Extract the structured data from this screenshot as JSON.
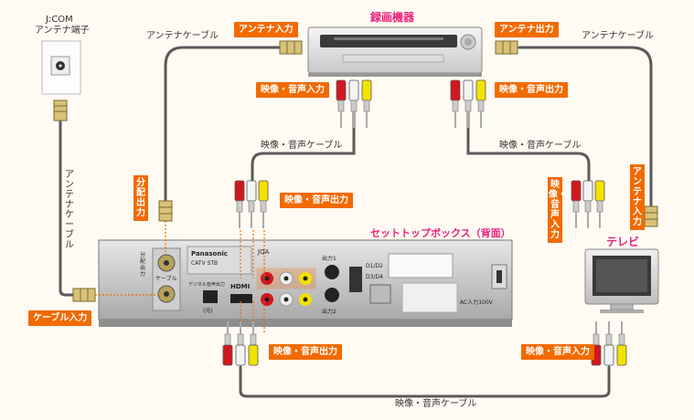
{
  "labels": {
    "jcom_line1": "J:COM",
    "jcom_line2": "アンテナ端子",
    "antenna_cable_top_left": "アンテナケーブル",
    "antenna_in_recorder": "アンテナ入力",
    "recorder_title": "録画機器",
    "antenna_out_recorder": "アンテナ出力",
    "antenna_cable_top_right": "アンテナケーブル",
    "av_in_recorder": "映像・音声入力",
    "av_out_recorder": "映像・音声出力",
    "av_cable_left": "映像・音声ケーブル",
    "av_cable_right": "映像・音声ケーブル",
    "antenna_cable_vertical": "アンテナケーブル",
    "splitter_out": "分配出力",
    "av_out_stb_top": "映像・音声出力",
    "stb_title": "セットトップボックス（背面）",
    "av_in_tv_vertical": "映像・音声入力",
    "antenna_in_tv": "アンテナ入力",
    "tv_title": "テレビ",
    "cable_in": "ケーブル入力",
    "av_out_stb_bottom": "映像・音声出力",
    "av_in_tv_bottom": "映像・音声入力",
    "av_cable_bottom": "映像・音声ケーブル"
  },
  "stb_panel": {
    "brand": "Panasonic",
    "model": "CATV STB",
    "splitter_port": "分配出力",
    "cable_port": "ケーブル",
    "digital_audio": "デジタル音声出力",
    "optical": "(光)",
    "hdmi": "HDMI",
    "av_out1": "出力1",
    "av_out2": "出力2",
    "d_terminal_1": "D1/D2",
    "d_terminal_2": "D3/D4",
    "ac_label": "AC入力100V",
    "jqa": "JQA"
  },
  "colors": {
    "accent": "#f26a00",
    "title_pink": "#e8227c",
    "cable": "#555555",
    "plug_red": "#d1171e",
    "plug_white": "#f4f4f4",
    "plug_yellow": "#f2e200"
  }
}
